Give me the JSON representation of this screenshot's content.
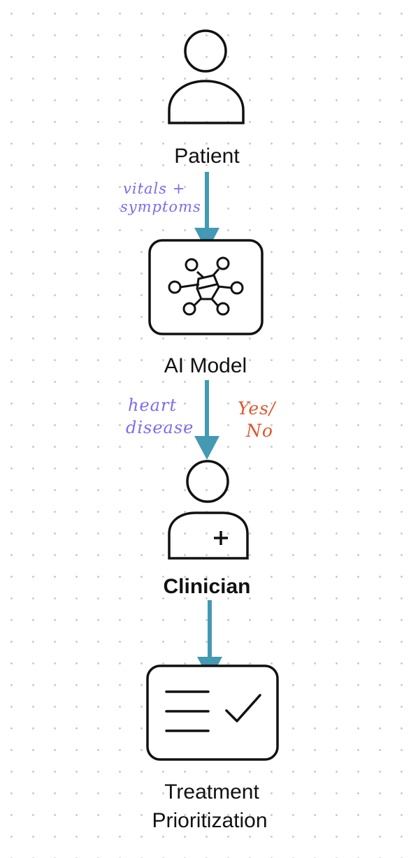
{
  "nodes": {
    "patient": {
      "label": "Patient"
    },
    "ai_model": {
      "label": "AI Model"
    },
    "clinician": {
      "label": "Clinician"
    },
    "treatment": {
      "line1": "Treatment",
      "line2": "Prioritization"
    }
  },
  "edges": {
    "patient_to_model": {
      "note_line1": "vitals +",
      "note_line2": "symptoms"
    },
    "model_to_clinician": {
      "note_line1": "heart",
      "note_line2": "disease",
      "output_line1": "Yes/",
      "output_line2": "No"
    }
  },
  "colors": {
    "arrow": "#4499b3",
    "note": "#7c6cf0",
    "output": "#e0572b",
    "stroke": "#111111"
  }
}
